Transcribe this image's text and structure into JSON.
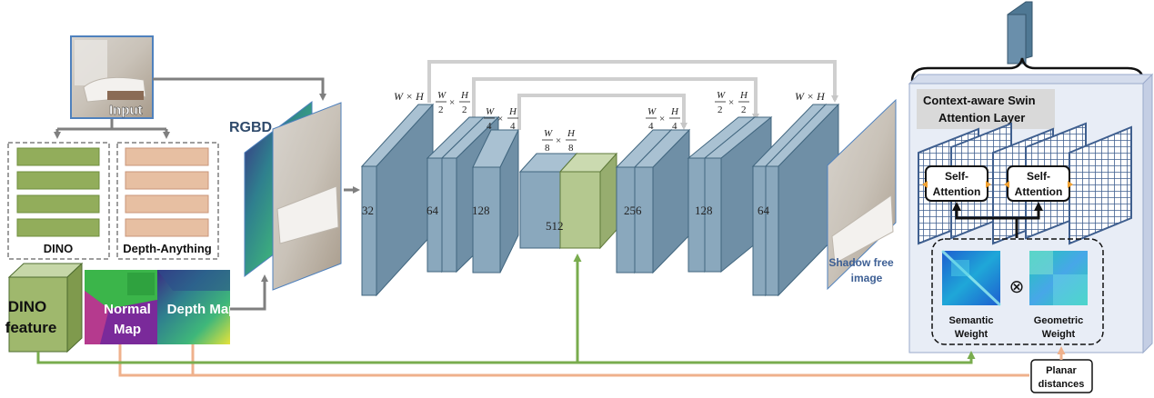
{
  "labels": {
    "input": "Input",
    "dino": "DINO",
    "depth_anything": "Depth-Anything",
    "rgbd": "RGBD",
    "dino_feature_line1": "DINO",
    "dino_feature_line2": "feature",
    "normal_map_line1": "Normal",
    "normal_map_line2": "Map",
    "depth_map": "Depth Map",
    "shadow_free_line1": "Shadow free",
    "shadow_free_line2": "image",
    "swin_title_line1": "Context-aware Swin",
    "swin_title_line2": "Attention Layer",
    "self_attention_line1": "Self-",
    "self_attention_line2": "Attention",
    "semantic_weight_line1": "Semantic",
    "semantic_weight_line2": "Weight",
    "geometric_weight_line1": "Geometric",
    "geometric_weight_line2": "Weight",
    "planar_line1": "Planar",
    "planar_line2": "distances",
    "otimes": "⊗",
    "times": "×"
  },
  "unet": {
    "channels": [
      "32",
      "64",
      "128",
      "512",
      "256",
      "128",
      "64"
    ]
  },
  "resolution": {
    "full": "W × H",
    "W": "W",
    "H": "H",
    "d2": "2",
    "d4": "4",
    "d8": "8"
  },
  "colors": {
    "block_front": "#8aa8bd",
    "block_side": "#6f8fa6",
    "block_top": "#a9c1d2",
    "block_edge": "#41667f",
    "green_block": "#b4c88f",
    "green_bar": "#92ad5b",
    "orange_bar": "#e7bfa2",
    "green_line": "#79ac4e",
    "orange_line": "#efb18c",
    "gray_arrow": "#7f7f7f",
    "skip_arrow": "#cfcfcf",
    "grid_blue": "#3f5f8f",
    "swin_panel": "#e8edf6",
    "shadow_text": "#3d5f94"
  }
}
